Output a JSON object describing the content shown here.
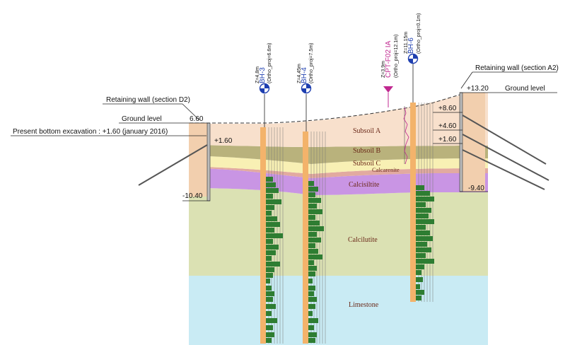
{
  "colors": {
    "subsoil_a": "#f8e0cc",
    "subsoil_b": "#b9b27c",
    "subsoil_c": "#f8f0b4",
    "calcarenite": "#e2aaa0",
    "calcisiltite": "#c995e4",
    "calcilutite": "#dbe1b3",
    "limestone": "#c9ebf4",
    "retaining_wall": "#f2cfae",
    "borehole_bar": "#2e7d32",
    "borehole_column": "#f3b36b",
    "borehole_name": "#1f3fb0",
    "cpt_name": "#c02890"
  },
  "walls": {
    "left": {
      "title": "Retaining wall (section D2)",
      "ground_level_label": "Ground level",
      "top_level": "6.60",
      "excavation_note": "Present bottom excavation : +1.60 (january 2016)",
      "anchor_level": "+1.60",
      "bottom_level": "-10.40"
    },
    "right": {
      "title": "Retaining wall (section A2)",
      "ground_level_label": "Ground level",
      "top_level": "+13.20",
      "anchor_levels": [
        "+8.60",
        "+4.60",
        "+1.60"
      ],
      "bottom_level": "-9.40"
    }
  },
  "boreholes": [
    {
      "name": "BH-3",
      "z_label": "Z=4,8m",
      "note": "(Ortho_proj=6.6m)",
      "icon": "borehole-symbol-icon"
    },
    {
      "name": "BH-4",
      "z_label": "Z=4,45m",
      "note": "(Ortho_proj=7.5m)",
      "icon": "borehole-symbol-icon"
    },
    {
      "name": "BH-6",
      "z_label": "Z=11,15m",
      "note": "(Ortho_proj=0.1m)",
      "icon": "borehole-symbol-icon"
    }
  ],
  "cpt": {
    "name": "CPT-F02 IA",
    "z_label": "Z=3,9m",
    "note": "(Ortho_proj=12.1m)",
    "icon": "cpt-triangle-icon"
  },
  "layers": {
    "subsoil_a": "Subsoil A",
    "subsoil_b": "Subsoil B",
    "subsoil_c": "Subsoil C",
    "calcarenite": "Calcarenite",
    "calcisiltite": "Calcisiltite",
    "calcilutite": "Calcilutite",
    "limestone": "Limestone"
  }
}
